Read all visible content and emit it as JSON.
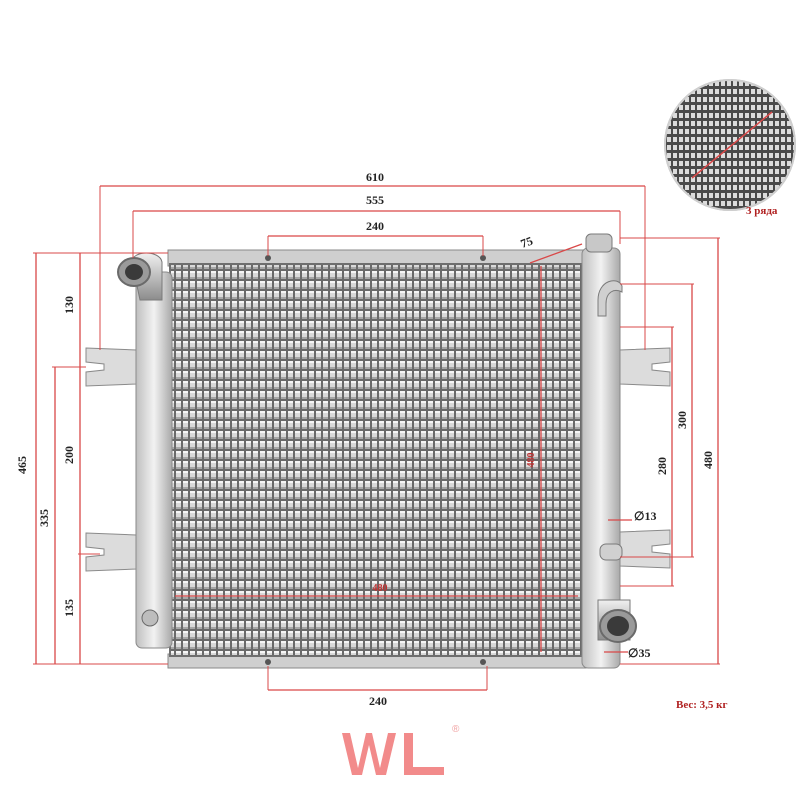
{
  "dimensions": {
    "width_overall": "610",
    "width_mounts": "555",
    "top_holes": "240",
    "bottom_holes": "240",
    "inlet_offset": "75",
    "core_width": "480",
    "core_height": "480",
    "height_overall_left": "465",
    "height_left_335": "335",
    "height_left_200": "200",
    "height_left_130": "130",
    "height_left_135": "135",
    "height_right_480": "480",
    "height_right_300": "300",
    "height_right_280": "280",
    "pipe_small": "∅13",
    "pipe_large": "∅35"
  },
  "notes": {
    "rows": "3 ряда",
    "weight": "Вес: 3,5 кг"
  },
  "brand": {
    "logo_text": "WL",
    "registered": "®"
  },
  "colors": {
    "dimension": "#d94848",
    "logo": "#f28b8b",
    "metal_light": "#e4e4e4",
    "metal_dark": "#8a8a8a"
  }
}
